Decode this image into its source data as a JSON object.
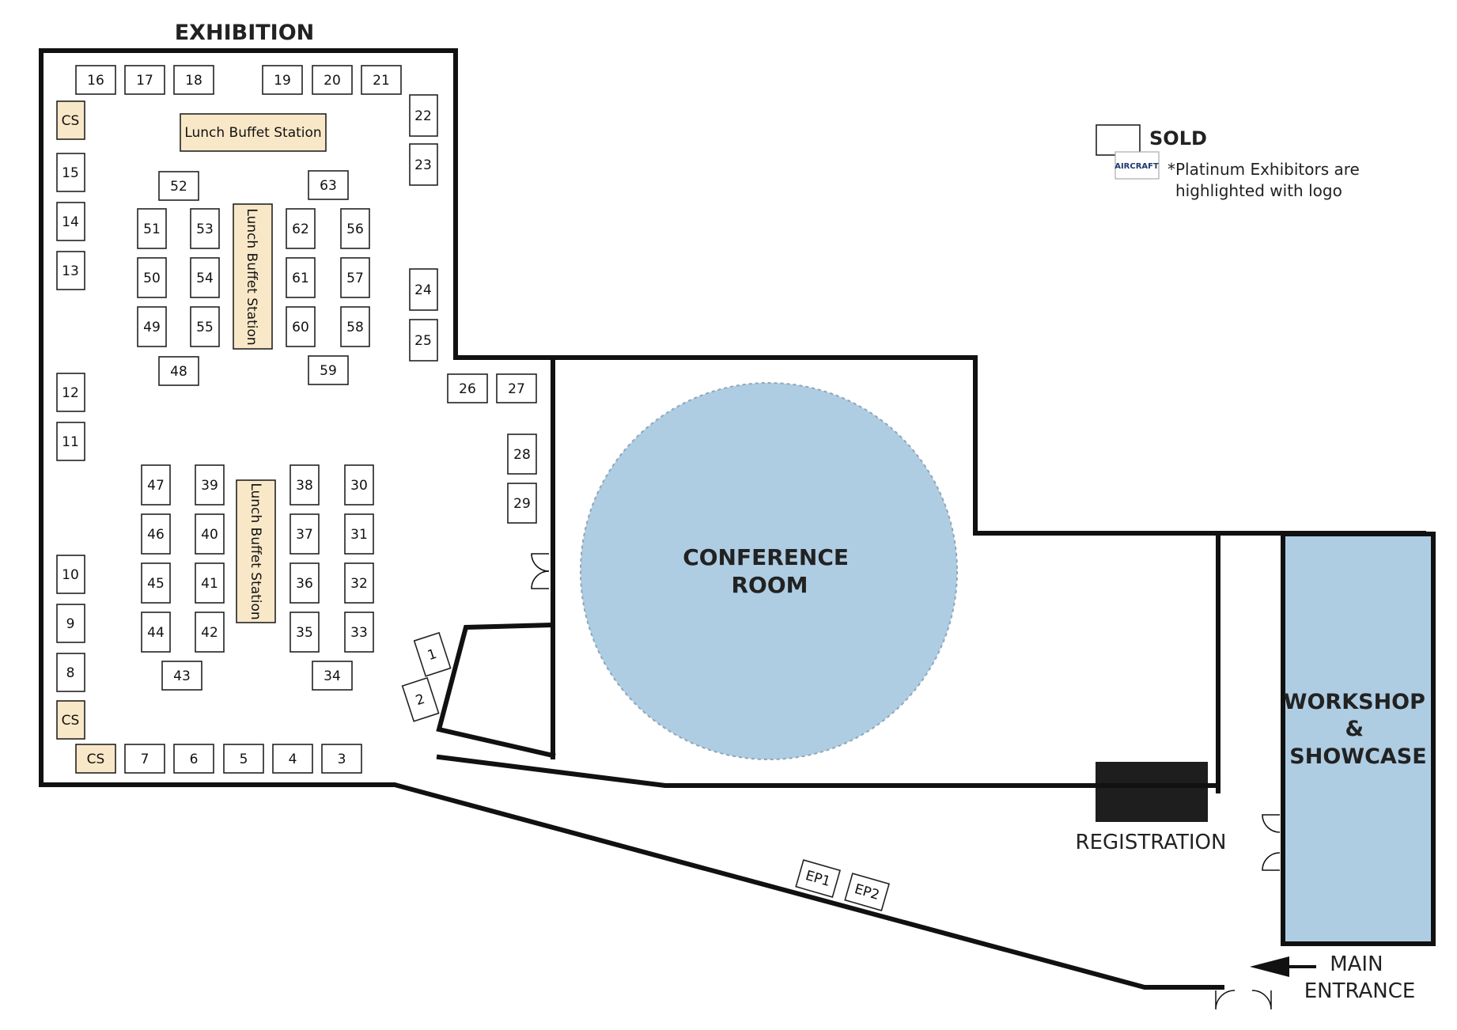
{
  "map": {
    "title": "EXHIBITION",
    "rooms": {
      "conference": [
        "CONFERENCE",
        "ROOM"
      ],
      "workshop": [
        "WORKSHOP",
        "&",
        "SHOWCASE"
      ],
      "registration": "REGISTRATION",
      "main_entrance": [
        "MAIN",
        "ENTRANCE"
      ]
    },
    "buffet_label": "Lunch Buffet Station",
    "legend": {
      "sold": "SOLD",
      "logo_text": "AIRCRAFT",
      "note_lines": [
        "*Platinum Exhibitors are",
        "highlighted with logo"
      ]
    },
    "colors": {
      "wall": "#111111",
      "special_booth": "#f9e8c8",
      "conference_fill": "#aecde3",
      "workshop_fill": "#aecde3",
      "registration_fill": "#1e1e1e",
      "logo_text": "#1f3a6e"
    },
    "booths": [
      "16",
      "17",
      "18",
      "19",
      "20",
      "21",
      "22",
      "23",
      "CS",
      "15",
      "14",
      "13",
      "12",
      "11",
      "10",
      "9",
      "8",
      "CS",
      "CS",
      "7",
      "6",
      "5",
      "4",
      "3",
      "52",
      "63",
      "51",
      "53",
      "62",
      "56",
      "50",
      "54",
      "61",
      "57",
      "49",
      "55",
      "60",
      "58",
      "48",
      "59",
      "24",
      "25",
      "26",
      "27",
      "28",
      "29",
      "47",
      "39",
      "38",
      "30",
      "46",
      "40",
      "37",
      "31",
      "45",
      "41",
      "36",
      "32",
      "44",
      "42",
      "35",
      "33",
      "43",
      "34",
      "1",
      "2",
      "EP1",
      "EP2"
    ]
  }
}
